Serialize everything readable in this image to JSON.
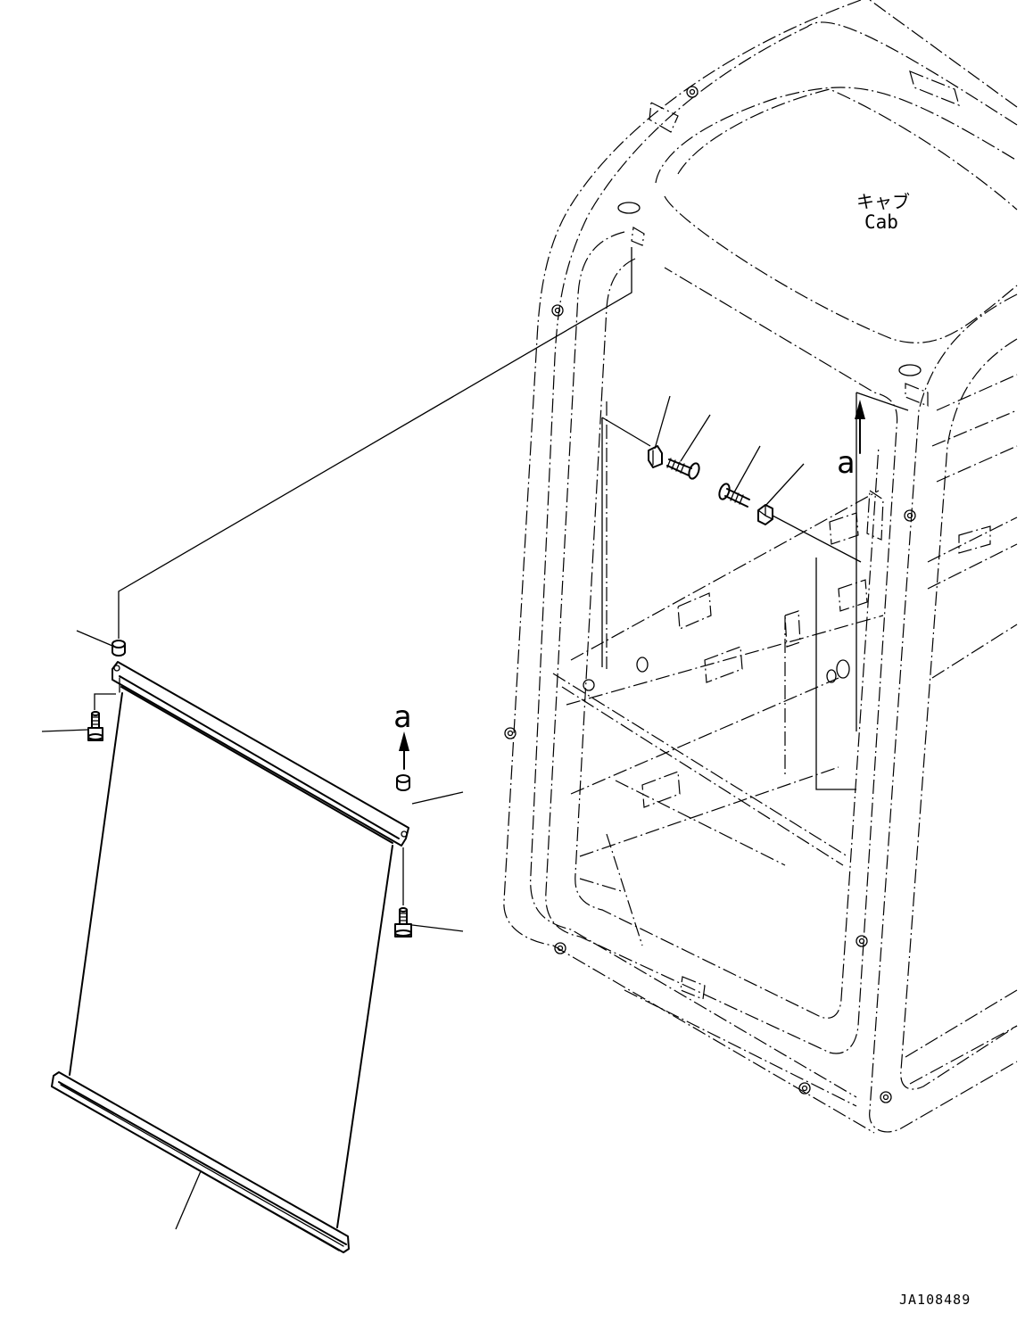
{
  "labels": {
    "cab_jp": "キャブ",
    "cab_en": "Cab",
    "arrow_a_top": "a",
    "arrow_a_bottom": "a",
    "drawing_no": "JA108489"
  }
}
